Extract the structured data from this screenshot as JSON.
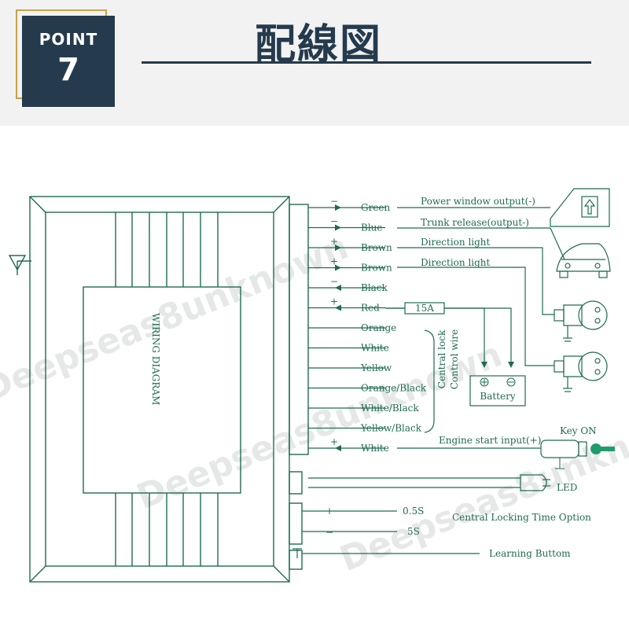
{
  "header": {
    "badge_label": "POINT",
    "badge_number": "7",
    "title": "配線図"
  },
  "watermark": "Deepseas8unknown",
  "colors": {
    "navy": "#253a4d",
    "gold": "#c9a24a",
    "line": "#1f6b53"
  },
  "diagram": {
    "unit_title": "WIRING DIAGRAM",
    "wires": [
      {
        "label": "Green",
        "polarity": "−",
        "arrow": "out"
      },
      {
        "label": "Blue",
        "polarity": "−",
        "arrow": "out"
      },
      {
        "label": "Brown",
        "polarity": "+",
        "arrow": "out"
      },
      {
        "label": "Brown",
        "polarity": "+",
        "arrow": "out"
      },
      {
        "label": "Black",
        "polarity": "−",
        "arrow": "in"
      },
      {
        "label": "Red",
        "polarity": "+",
        "arrow": "in"
      },
      {
        "label": "Orange",
        "polarity": "",
        "arrow": "none"
      },
      {
        "label": "White",
        "polarity": "",
        "arrow": "none"
      },
      {
        "label": "Yellow",
        "polarity": "",
        "arrow": "none"
      },
      {
        "label": "Orange/Black",
        "polarity": "",
        "arrow": "none"
      },
      {
        "label": "White/Black",
        "polarity": "",
        "arrow": "none"
      },
      {
        "label": "Yellow/Black",
        "polarity": "",
        "arrow": "none"
      },
      {
        "label": "White",
        "polarity": "+",
        "arrow": "in"
      }
    ],
    "annotations": {
      "power_window": "Power window output(-)",
      "trunk_release": "Trunk release(output-)",
      "direction_light_1": "Direction light",
      "direction_light_2": "Direction light",
      "fuse": "15A",
      "central_lock_line1": "Central lock",
      "central_lock_line2": "Control wire",
      "battery": "Battery",
      "engine_start": "Engine start input(+)",
      "key_on": "Key ON",
      "led": "LED",
      "time_plus": "+",
      "time_minus": "−",
      "time_05s": "0.5S",
      "time_5s": "5S",
      "time_option": "Central Locking Time Option",
      "learning_button": "Learning Buttom"
    }
  }
}
